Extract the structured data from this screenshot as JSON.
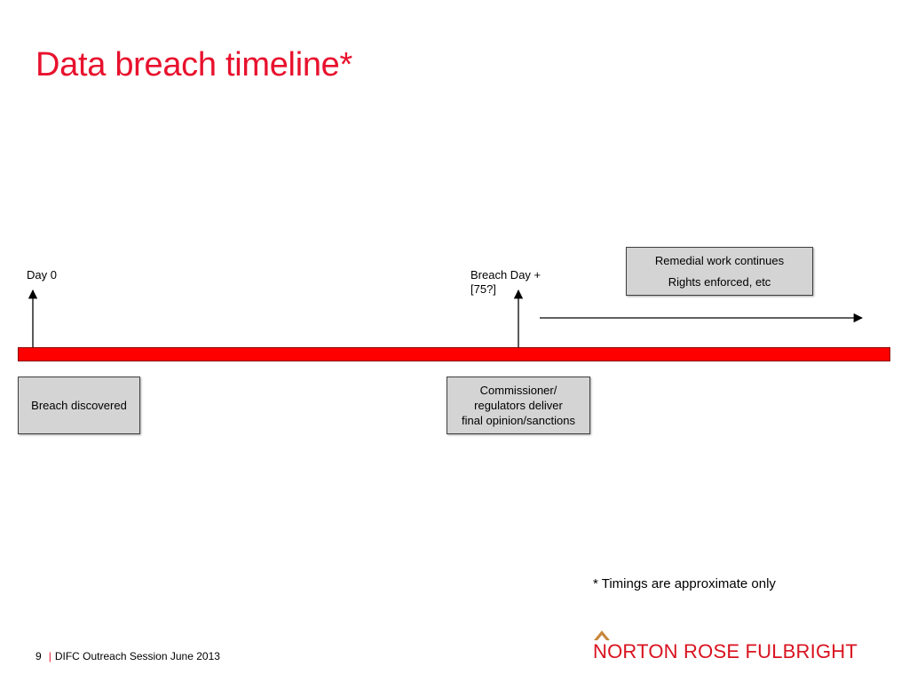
{
  "slide": {
    "title": "Data breach timeline*",
    "footnote": "* Timings are approximate only"
  },
  "markers": {
    "day0": "Day 0",
    "breach_day_line1": "Breach Day +",
    "breach_day_line2": "[75?]"
  },
  "boxes": {
    "breach_discovered": "Breach discovered",
    "commissioner": [
      "Commissioner/",
      "regulators deliver",
      "final opinion/sanctions"
    ],
    "remedial": [
      "Remedial work continues",
      "Rights enforced, etc"
    ]
  },
  "footer": {
    "page_number": "9",
    "separator": "|",
    "session": "DIFC Outreach Session June 2013"
  },
  "logo": {
    "text": "NORTON ROSE FULBRIGHT"
  },
  "colors": {
    "title": "#e8112d",
    "timeline": "#ff0000",
    "box_fill": "#d4d4d4",
    "logo_red": "#d9121f",
    "logo_mark": "#c8873a"
  }
}
